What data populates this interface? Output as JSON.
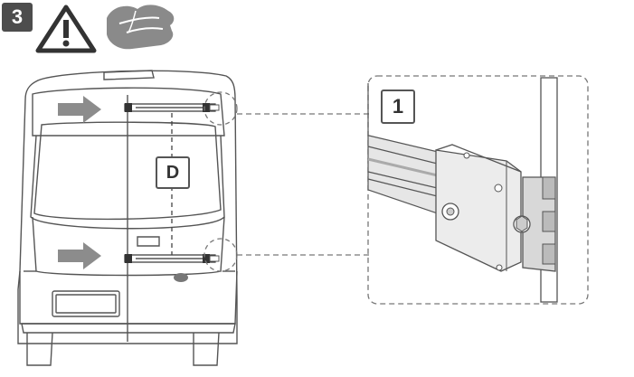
{
  "step": {
    "number": "3"
  },
  "icons": {
    "warning": "warning-triangle-icon",
    "hands": "hands-handling-icon"
  },
  "labels": {
    "measurement": "D",
    "detail_callout": "1"
  },
  "colors": {
    "badge": "#4d4d4d",
    "arrow": "#8c8c8c",
    "line": "#444444",
    "rail": "#e6e6e6"
  }
}
